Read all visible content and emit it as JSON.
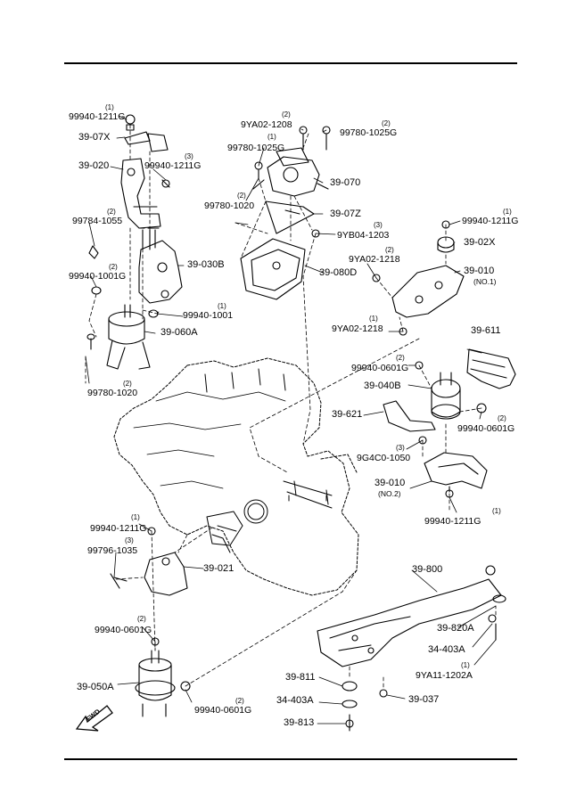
{
  "callouts": [
    {
      "qty": "(1)",
      "part": "99940-1211G"
    },
    {
      "part": "39-07X"
    },
    {
      "qty": "(3)",
      "part": "99940-1211G"
    },
    {
      "part": "39-020"
    },
    {
      "qty": "(2)",
      "part": "99784-1055"
    },
    {
      "qty": "(2)",
      "part": "99940-1001G"
    },
    {
      "part": "39-030B"
    },
    {
      "qty": "(1)",
      "part": "99940-1001"
    },
    {
      "part": "39-060A"
    },
    {
      "qty": "(2)",
      "part": "99780-1020"
    },
    {
      "qty": "(2)",
      "part": "9YA02-1208"
    },
    {
      "qty": "(2)",
      "part": "99780-1025G"
    },
    {
      "qty": "(1)",
      "part": "99780-1025G"
    },
    {
      "part": "39-070"
    },
    {
      "qty": "(2)",
      "part": "99780-1020"
    },
    {
      "part": "39-07Z"
    },
    {
      "qty": "(3)",
      "part": "9YB04-1203"
    },
    {
      "part": "39-080D"
    },
    {
      "qty": "(1)",
      "part": "99940-1211G"
    },
    {
      "part": "39-02X"
    },
    {
      "qty": "(2)",
      "part": "9YA02-1218"
    },
    {
      "part": "39-010",
      "note": "(NO.1)"
    },
    {
      "qty": "(1)",
      "part": "9YA02-1218"
    },
    {
      "part": "39-611"
    },
    {
      "qty": "(2)",
      "part": "99940-0601G"
    },
    {
      "part": "39-040B"
    },
    {
      "part": "39-621"
    },
    {
      "qty": "(2)",
      "part": "99940-0601G"
    },
    {
      "qty": "(3)",
      "part": "9G4C0-1050"
    },
    {
      "part": "39-010",
      "note": "(NO.2)"
    },
    {
      "qty": "(1)",
      "part": "99940-1211G"
    },
    {
      "qty": "(1)",
      "part": "99940-1211G"
    },
    {
      "qty": "(3)",
      "part": "99796-1035"
    },
    {
      "part": "39-021"
    },
    {
      "qty": "(2)",
      "part": "99940-0601G"
    },
    {
      "part": "39-050A"
    },
    {
      "qty": "(2)",
      "part": "99940-0601G"
    },
    {
      "part": "39-800"
    },
    {
      "part": "39-820A"
    },
    {
      "part": "34-403A"
    },
    {
      "qty": "(1)",
      "part": "9YA11-1202A"
    },
    {
      "part": "39-811"
    },
    {
      "part": "34-403A"
    },
    {
      "part": "39-037"
    },
    {
      "part": "39-813"
    }
  ],
  "fwd_arrow": {
    "label": "FWD",
    "icon": "forward-arrow-icon"
  }
}
